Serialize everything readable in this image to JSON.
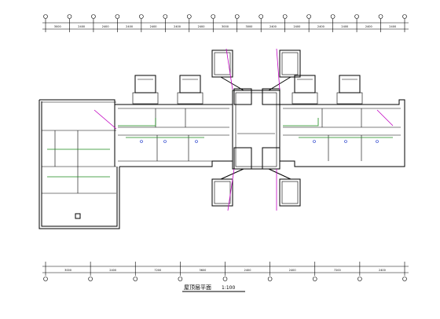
{
  "drawing": {
    "title": "屋顶层平面",
    "scale": "1:100"
  },
  "dims_top": [
    "3000",
    "2400",
    "2400",
    "2400",
    "2400",
    "2400",
    "2400",
    "3000",
    "3000",
    "2400",
    "2400",
    "2400",
    "2400",
    "2400",
    "2400"
  ],
  "dims_bottom": [
    "3000",
    "2400",
    "7200",
    "3600",
    "2400",
    "2400",
    "7200",
    "2400"
  ],
  "colors": {
    "wall": "#000000",
    "pipe": "#1a8a1a",
    "leader": "#c000c0",
    "annotation": "#1530c8"
  },
  "icons": [
    "circle-axis-marker-icon",
    "downpipe-marker-icon"
  ]
}
